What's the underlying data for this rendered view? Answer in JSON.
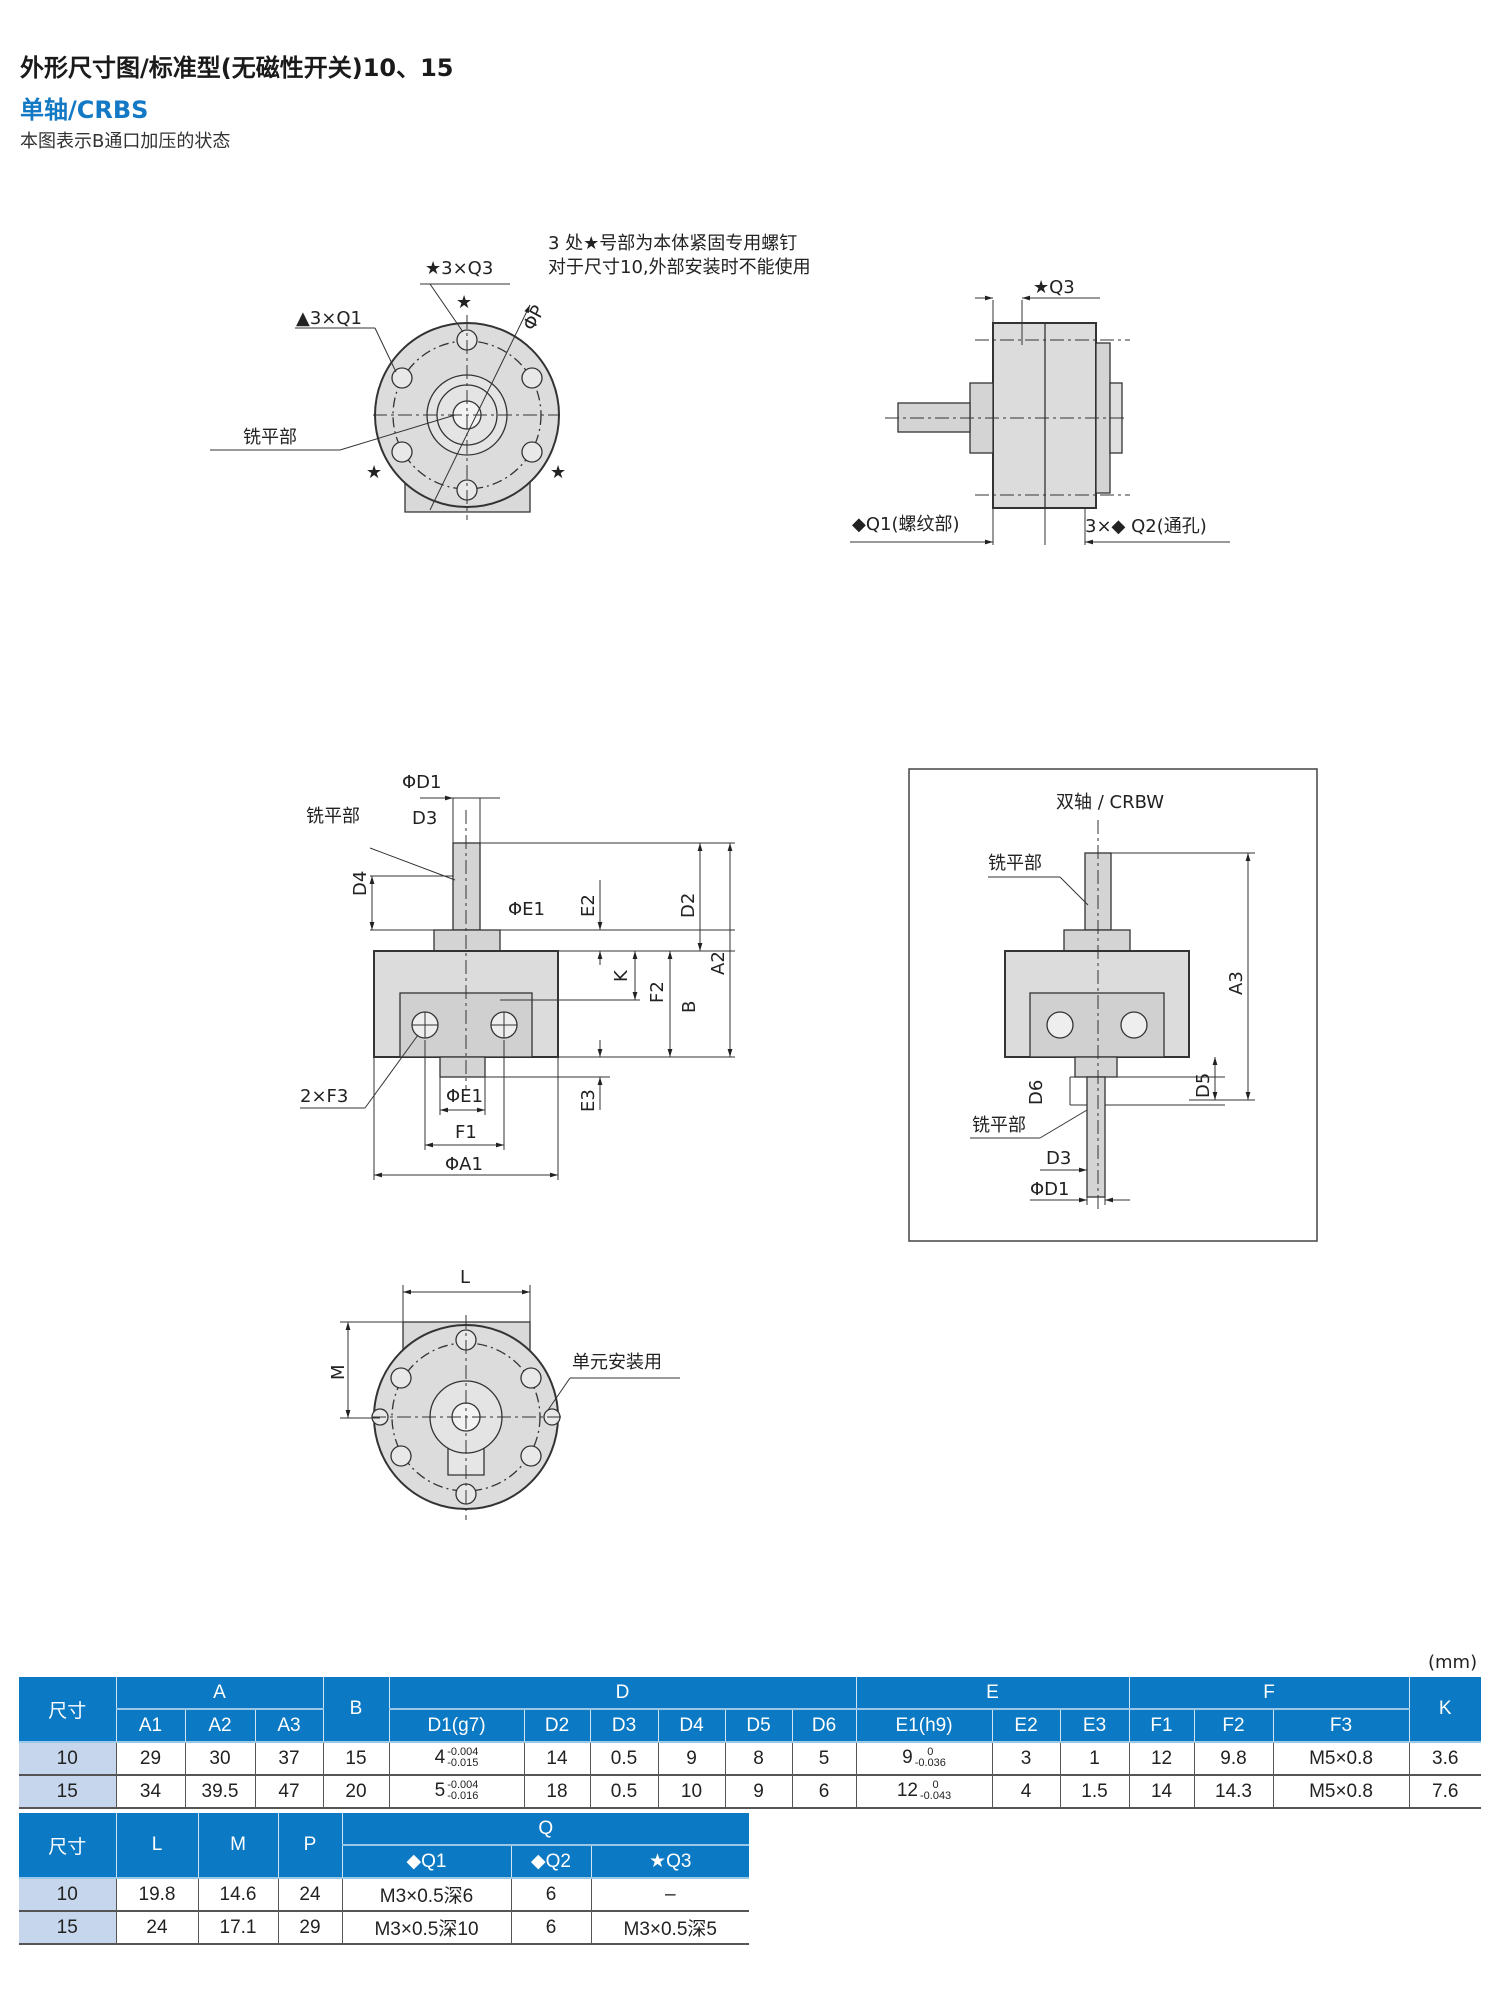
{
  "header": {
    "title": "外形尺寸图/标准型(无磁性开关)10、15",
    "subtitle": "单轴/CRBS",
    "note": "本图表示B通口加压的状态"
  },
  "drawings": {
    "top_view": {
      "note_line1": "3 处★号部为本体紧固专用螺钉",
      "note_line2": "对于尺寸10,外部安装时不能使用",
      "label_q3": "★3×Q3",
      "label_q1": "▲3×Q1",
      "label_flat": "铣平部",
      "label_p": "ΦP",
      "star": "★"
    },
    "side_view": {
      "label_q3": "★Q3",
      "label_q1": "◆Q1(螺纹部)",
      "label_q2": "3×◆ Q2(通孔)"
    },
    "front_view": {
      "label_d1": "ΦD1",
      "label_d3": "D3",
      "label_flat": "铣平部",
      "label_d4": "D4",
      "label_e1_top": "ΦE1",
      "label_e2": "E2",
      "label_d2": "D2",
      "label_a2": "A2",
      "label_k": "K",
      "label_f2": "F2",
      "label_b": "B",
      "label_f3": "2×F3",
      "label_e1_bottom": "ΦE1",
      "label_e3": "E3",
      "label_f1": "F1",
      "label_a1": "ΦA1"
    },
    "double_shaft": {
      "title": "双轴 / CRBW",
      "label_flat_top": "铣平部",
      "label_a3": "A3",
      "label_d6": "D6",
      "label_d5": "D5",
      "label_flat_bottom": "铣平部",
      "label_d3": "D3",
      "label_d1": "ΦD1"
    },
    "bottom_view": {
      "label_l": "L",
      "label_m": "M",
      "label_mount": "单元安装用"
    }
  },
  "table1": {
    "unit": "(mm)",
    "group_headers": {
      "size": "尺寸",
      "a": "A",
      "b": "B",
      "d": "D",
      "e": "E",
      "f": "F",
      "k": "K"
    },
    "sub_headers": [
      "A1",
      "A2",
      "A3",
      "D1(g7)",
      "D2",
      "D3",
      "D4",
      "D5",
      "D6",
      "E1(h9)",
      "E2",
      "E3",
      "F1",
      "F2",
      "F3"
    ],
    "rows": [
      {
        "size": "10",
        "A1": "29",
        "A2": "30",
        "A3": "37",
        "B": "15",
        "D1": "4",
        "D1_upper": "-0.004",
        "D1_lower": "-0.015",
        "D2": "14",
        "D3": "0.5",
        "D4": "9",
        "D5": "8",
        "D6": "5",
        "E1": "9",
        "E1_upper": "0",
        "E1_lower": "-0.036",
        "E2": "3",
        "E3": "1",
        "F1": "12",
        "F2": "9.8",
        "F3": "M5×0.8",
        "K": "3.6"
      },
      {
        "size": "15",
        "A1": "34",
        "A2": "39.5",
        "A3": "47",
        "B": "20",
        "D1": "5",
        "D1_upper": "-0.004",
        "D1_lower": "-0.016",
        "D2": "18",
        "D3": "0.5",
        "D4": "10",
        "D5": "9",
        "D6": "6",
        "E1": "12",
        "E1_upper": "0",
        "E1_lower": "-0.043",
        "E2": "4",
        "E3": "1.5",
        "F1": "14",
        "F2": "14.3",
        "F3": "M5×0.8",
        "K": "7.6"
      }
    ]
  },
  "table2": {
    "headers": {
      "size": "尺寸",
      "l": "L",
      "m": "M",
      "p": "P",
      "q": "Q",
      "q1": "◆Q1",
      "q2": "◆Q2",
      "q3": "★Q3"
    },
    "rows": [
      {
        "size": "10",
        "L": "19.8",
        "M": "14.6",
        "P": "24",
        "Q1": "M3×0.5深6",
        "Q2": "6",
        "Q3": "–"
      },
      {
        "size": "15",
        "L": "24",
        "M": "17.1",
        "P": "29",
        "Q1": "M3×0.5深10",
        "Q2": "6",
        "Q3": "M3×0.5深5"
      }
    ]
  },
  "colors": {
    "accent": "#1379c4",
    "header_bg": "#0b79c3",
    "size_cell_bg": "#c6d6ec",
    "part_fill": "#dcdcdc"
  }
}
